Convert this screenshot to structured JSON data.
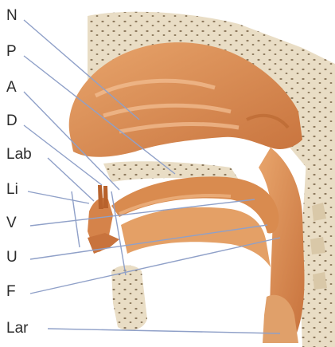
{
  "labels": {
    "n": "N",
    "p": "P",
    "a": "A",
    "d": "D",
    "lab": "Lab",
    "li": "Li",
    "v": "V",
    "u": "U",
    "f": "F",
    "lar": "Lar"
  },
  "colors": {
    "leader_line": "#8fa0c8",
    "bone_fill": "#e9ddc5",
    "bone_pores": "#8d7a5e",
    "tissue_fill": "#dc9357",
    "tissue_dark": "#c8753e",
    "cavity_fill": "#f0c9a4",
    "background": "#ffffff"
  }
}
